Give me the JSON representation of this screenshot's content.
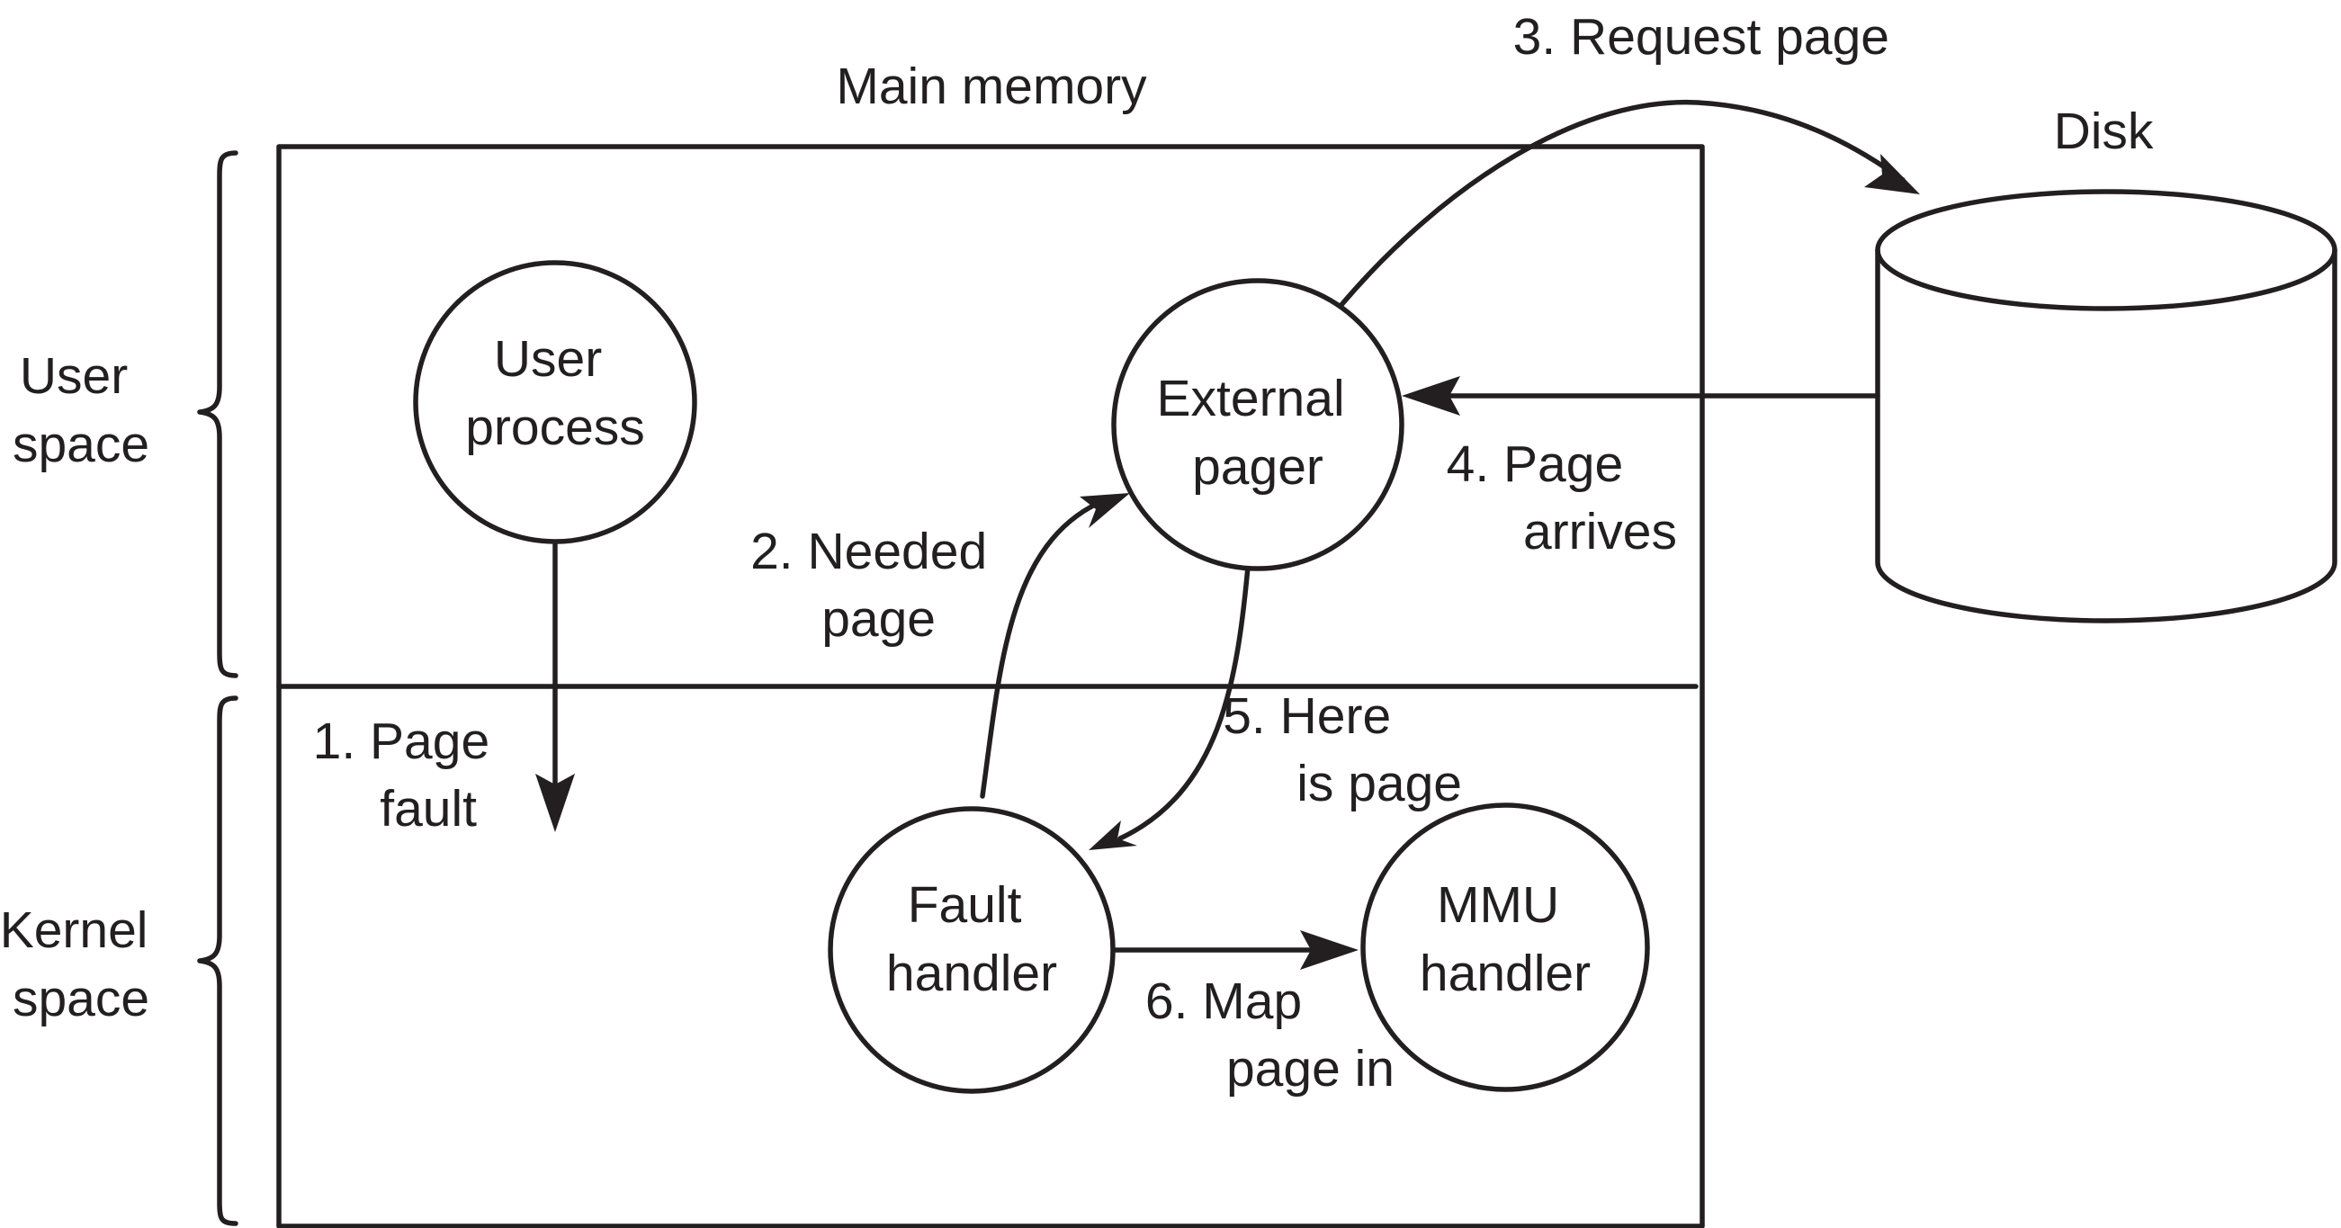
{
  "diagram": {
    "main_memory_label": "Main memory",
    "disk_label": "Disk",
    "user_space": [
      "User",
      "space"
    ],
    "kernel_space": [
      "Kernel",
      "space"
    ],
    "nodes": {
      "user_process": [
        "User",
        "process"
      ],
      "external_pager": [
        "External",
        "pager"
      ],
      "fault_handler": [
        "Fault",
        "handler"
      ],
      "mmu_handler": [
        "MMU",
        "handler"
      ]
    },
    "steps": {
      "s1": [
        "1. Page",
        "fault"
      ],
      "s2": [
        "2. Needed",
        "page"
      ],
      "s3": [
        "3. Request page"
      ],
      "s4": [
        "4. Page",
        "arrives"
      ],
      "s5": [
        "5. Here",
        "is page"
      ],
      "s6": [
        "6. Map",
        "page in"
      ]
    }
  },
  "colors": {
    "ink": "#231f20",
    "background": "#ffffff"
  }
}
